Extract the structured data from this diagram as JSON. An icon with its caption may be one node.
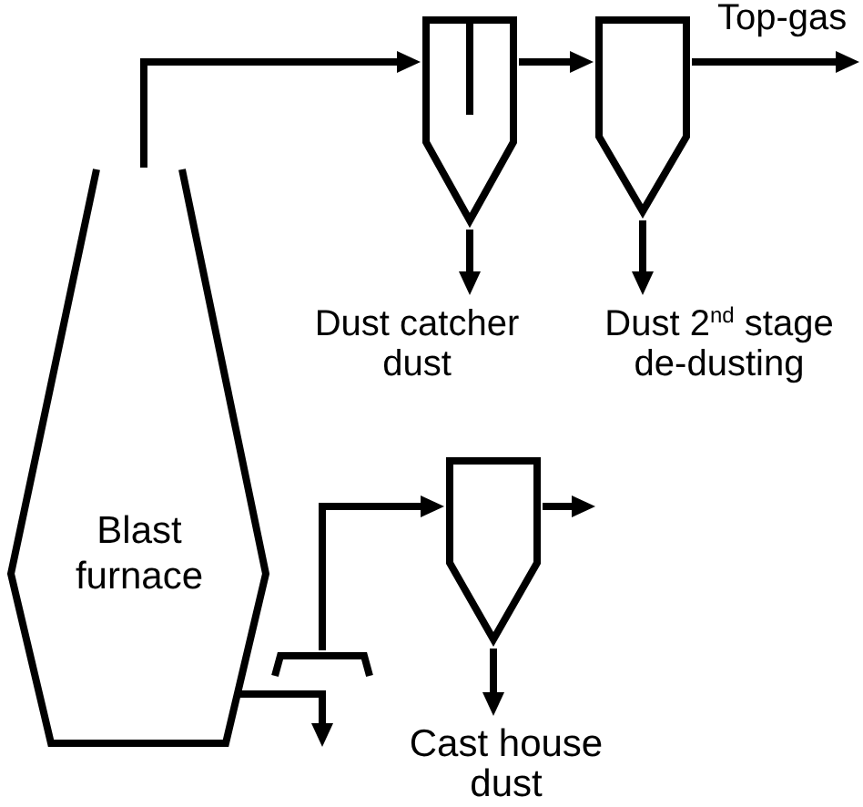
{
  "diagram": {
    "nodes": [
      {
        "text": [
          "Blast furnace"
        ]
      },
      {
        "text": [],
        "shape": "cyclone"
      },
      {
        "text": [],
        "shape": "cyclone"
      },
      {
        "text": [
          "Dust catcher dust"
        ]
      },
      {
        "text": [
          "Dust 2$^{nd}$ stage de-dusting"
        ]
      },
      {
        "text": [],
        "shape": "hood"
      },
      {
        "text": [],
        "shape": "cyclone"
      },
      {
        "text": [
          "Cast house dust"
        ]
      }
    ],
    "edges": [
      {
        "from": 0,
        "to": 1,
        "arrow": "to"
      },
      {
        "from": 1,
        "to": 2,
        "arrow": "to"
      },
      {
        "from": 2,
        "to": null,
        "arrow": "to",
        "label": "Top-gas"
      },
      {
        "from": 1,
        "to": 3,
        "arrow": "to"
      },
      {
        "from": 2,
        "to": 4,
        "arrow": "to"
      },
      {
        "from": 5,
        "to": 6,
        "arrow": "to"
      },
      {
        "from": 6,
        "to": null,
        "arrow": "to"
      },
      {
        "from": 6,
        "to": 7,
        "arrow": "to"
      },
      {
        "from": 0,
        "to": null,
        "arrow": "to"
      }
    ]
  }
}
